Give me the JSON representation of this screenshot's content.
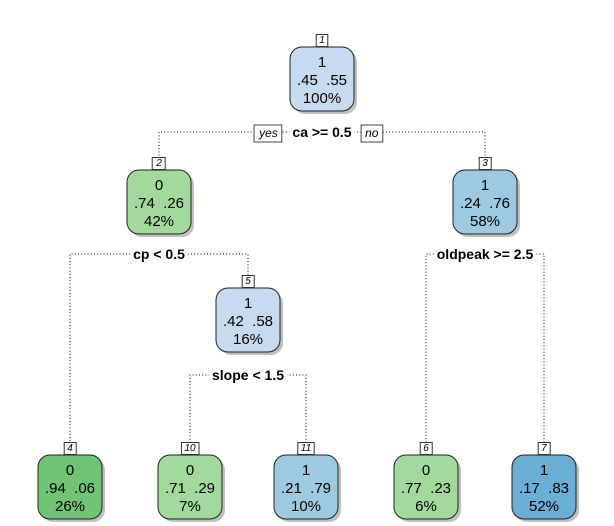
{
  "colors": {
    "class_0_dark": "#71c474",
    "class_0_light": "#a2d99c",
    "class_1_pale": "#c6dbef",
    "class_1_light": "#9ecae1",
    "class_1_dark": "#6baed6",
    "edge": "#333333"
  },
  "tree": {
    "branch_labels": {
      "yes": "yes",
      "no": "no"
    },
    "nodes": [
      {
        "id": "1",
        "class": "1",
        "probs": ".45  .55",
        "percent": "100%",
        "color_key": "class_1_pale"
      },
      {
        "id": "2",
        "class": "0",
        "probs": ".74  .26",
        "percent": "42%",
        "color_key": "class_0_light"
      },
      {
        "id": "3",
        "class": "1",
        "probs": ".24  .76",
        "percent": "58%",
        "color_key": "class_1_light"
      },
      {
        "id": "5",
        "class": "1",
        "probs": ".42  .58",
        "percent": "16%",
        "color_key": "class_1_pale"
      },
      {
        "id": "4",
        "class": "0",
        "probs": ".94  .06",
        "percent": "26%",
        "color_key": "class_0_dark"
      },
      {
        "id": "10",
        "class": "0",
        "probs": ".71  .29",
        "percent": "7%",
        "color_key": "class_0_light"
      },
      {
        "id": "11",
        "class": "1",
        "probs": ".21  .79",
        "percent": "10%",
        "color_key": "class_1_light"
      },
      {
        "id": "6",
        "class": "0",
        "probs": ".77  .23",
        "percent": "6%",
        "color_key": "class_0_light"
      },
      {
        "id": "7",
        "class": "1",
        "probs": ".17  .83",
        "percent": "52%",
        "color_key": "class_1_dark"
      }
    ],
    "splits": [
      {
        "node": "1",
        "label": "ca >= 0.5"
      },
      {
        "node": "2",
        "label": "cp < 0.5"
      },
      {
        "node": "3",
        "label": "oldpeak >= 2.5"
      },
      {
        "node": "5",
        "label": "slope < 1.5"
      }
    ]
  }
}
